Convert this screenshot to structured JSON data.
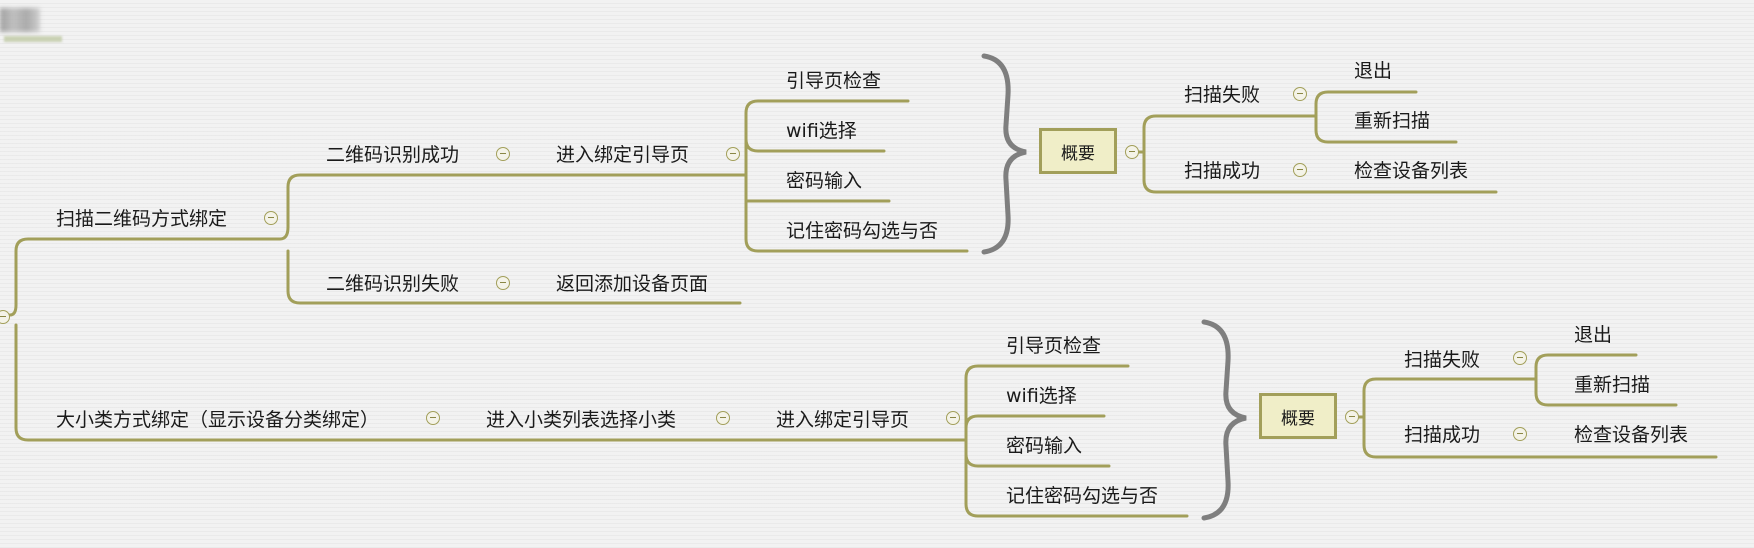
{
  "root": {
    "branch_scan": {
      "label": "扫描二维码方式绑定",
      "success": {
        "label": "二维码识别成功",
        "enter": {
          "label": "进入绑定引导页",
          "steps": [
            "引导页检查",
            "wifi选择",
            "密码输入",
            "记住密码勾选与否"
          ],
          "summary": {
            "label": "概要",
            "fail": {
              "label": "扫描失败",
              "children": [
                "退出",
                "重新扫描"
              ]
            },
            "ok": {
              "label": "扫描成功",
              "children": [
                "检查设备列表"
              ]
            }
          }
        }
      },
      "failure": {
        "label": "二维码识别失败",
        "child": "返回添加设备页面"
      }
    },
    "branch_category": {
      "label": "大小类方式绑定（显示设备分类绑定）",
      "select": {
        "label": "进入小类列表选择小类",
        "enter": {
          "label": "进入绑定引导页",
          "steps": [
            "引导页检查",
            "wifi选择",
            "密码输入",
            "记住密码勾选与否"
          ],
          "summary": {
            "label": "概要",
            "fail": {
              "label": "扫描失败",
              "children": [
                "退出",
                "重新扫描"
              ]
            },
            "ok": {
              "label": "扫描成功",
              "children": [
                "检查设备列表"
              ]
            }
          }
        }
      }
    }
  },
  "colors": {
    "line": "#a29f5a",
    "brace": "#7f7f7f",
    "summary_fill": "#f0eec8",
    "background": "#f2f2f2"
  }
}
